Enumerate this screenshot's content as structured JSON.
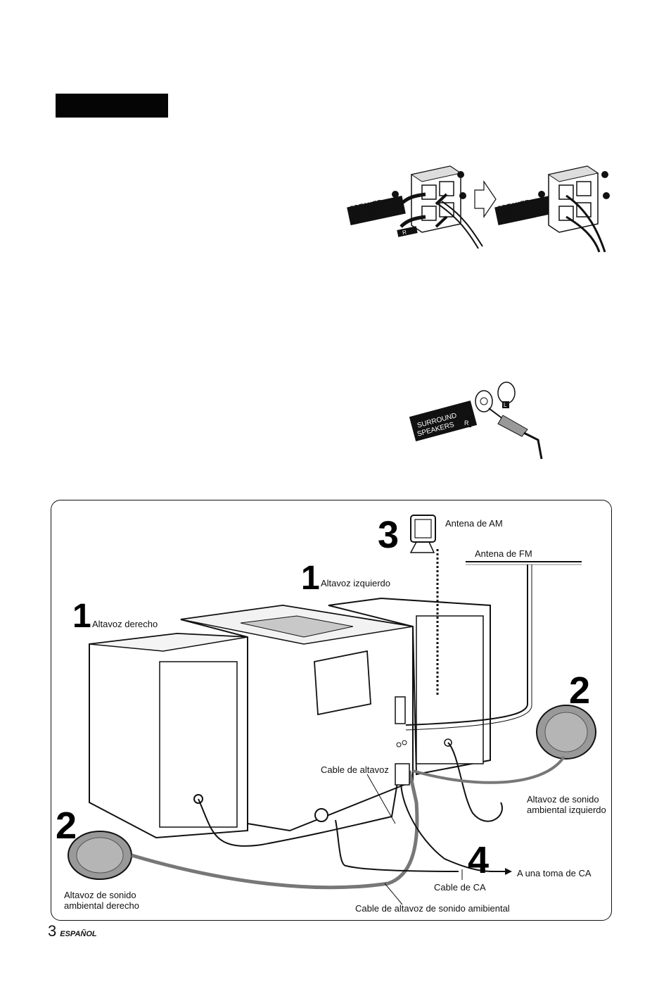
{
  "page": {
    "number": "3",
    "language": "ESPAÑOL"
  },
  "speaker_terminal_figure": {
    "panel_label_line1": "SPEAKER",
    "panel_label_line2": "IMP 6Ω",
    "panel_band": "SPEAKERS",
    "channel": "R"
  },
  "surround_terminal_figure": {
    "band_line1": "SURROUND",
    "band_line2": "SPEAKERS",
    "channel_r": "R",
    "channel_l": "L"
  },
  "main_diagram": {
    "labels": {
      "am_antenna": "Antena de AM",
      "fm_antenna": "Antena de FM",
      "left_speaker": "Altavoz izquierdo",
      "right_speaker": "Altavoz derecho",
      "speaker_cable": "Cable de altavoz",
      "left_surround_line1": "Altavoz de sonido",
      "left_surround_line2": "ambiental izquierdo",
      "right_surround_line1": "Altavoz de sonido",
      "right_surround_line2": "ambiental derecho",
      "ac_outlet": "A una toma de CA",
      "ac_cable": "Cable de CA",
      "surround_cable": "Cable de altavoz de sonido amibiental"
    },
    "steps": {
      "step_am": "3",
      "step_left_speaker": "1",
      "step_right_speaker": "1",
      "step_left_surround": "2",
      "step_right_surround": "2",
      "step_ac": "4"
    }
  }
}
